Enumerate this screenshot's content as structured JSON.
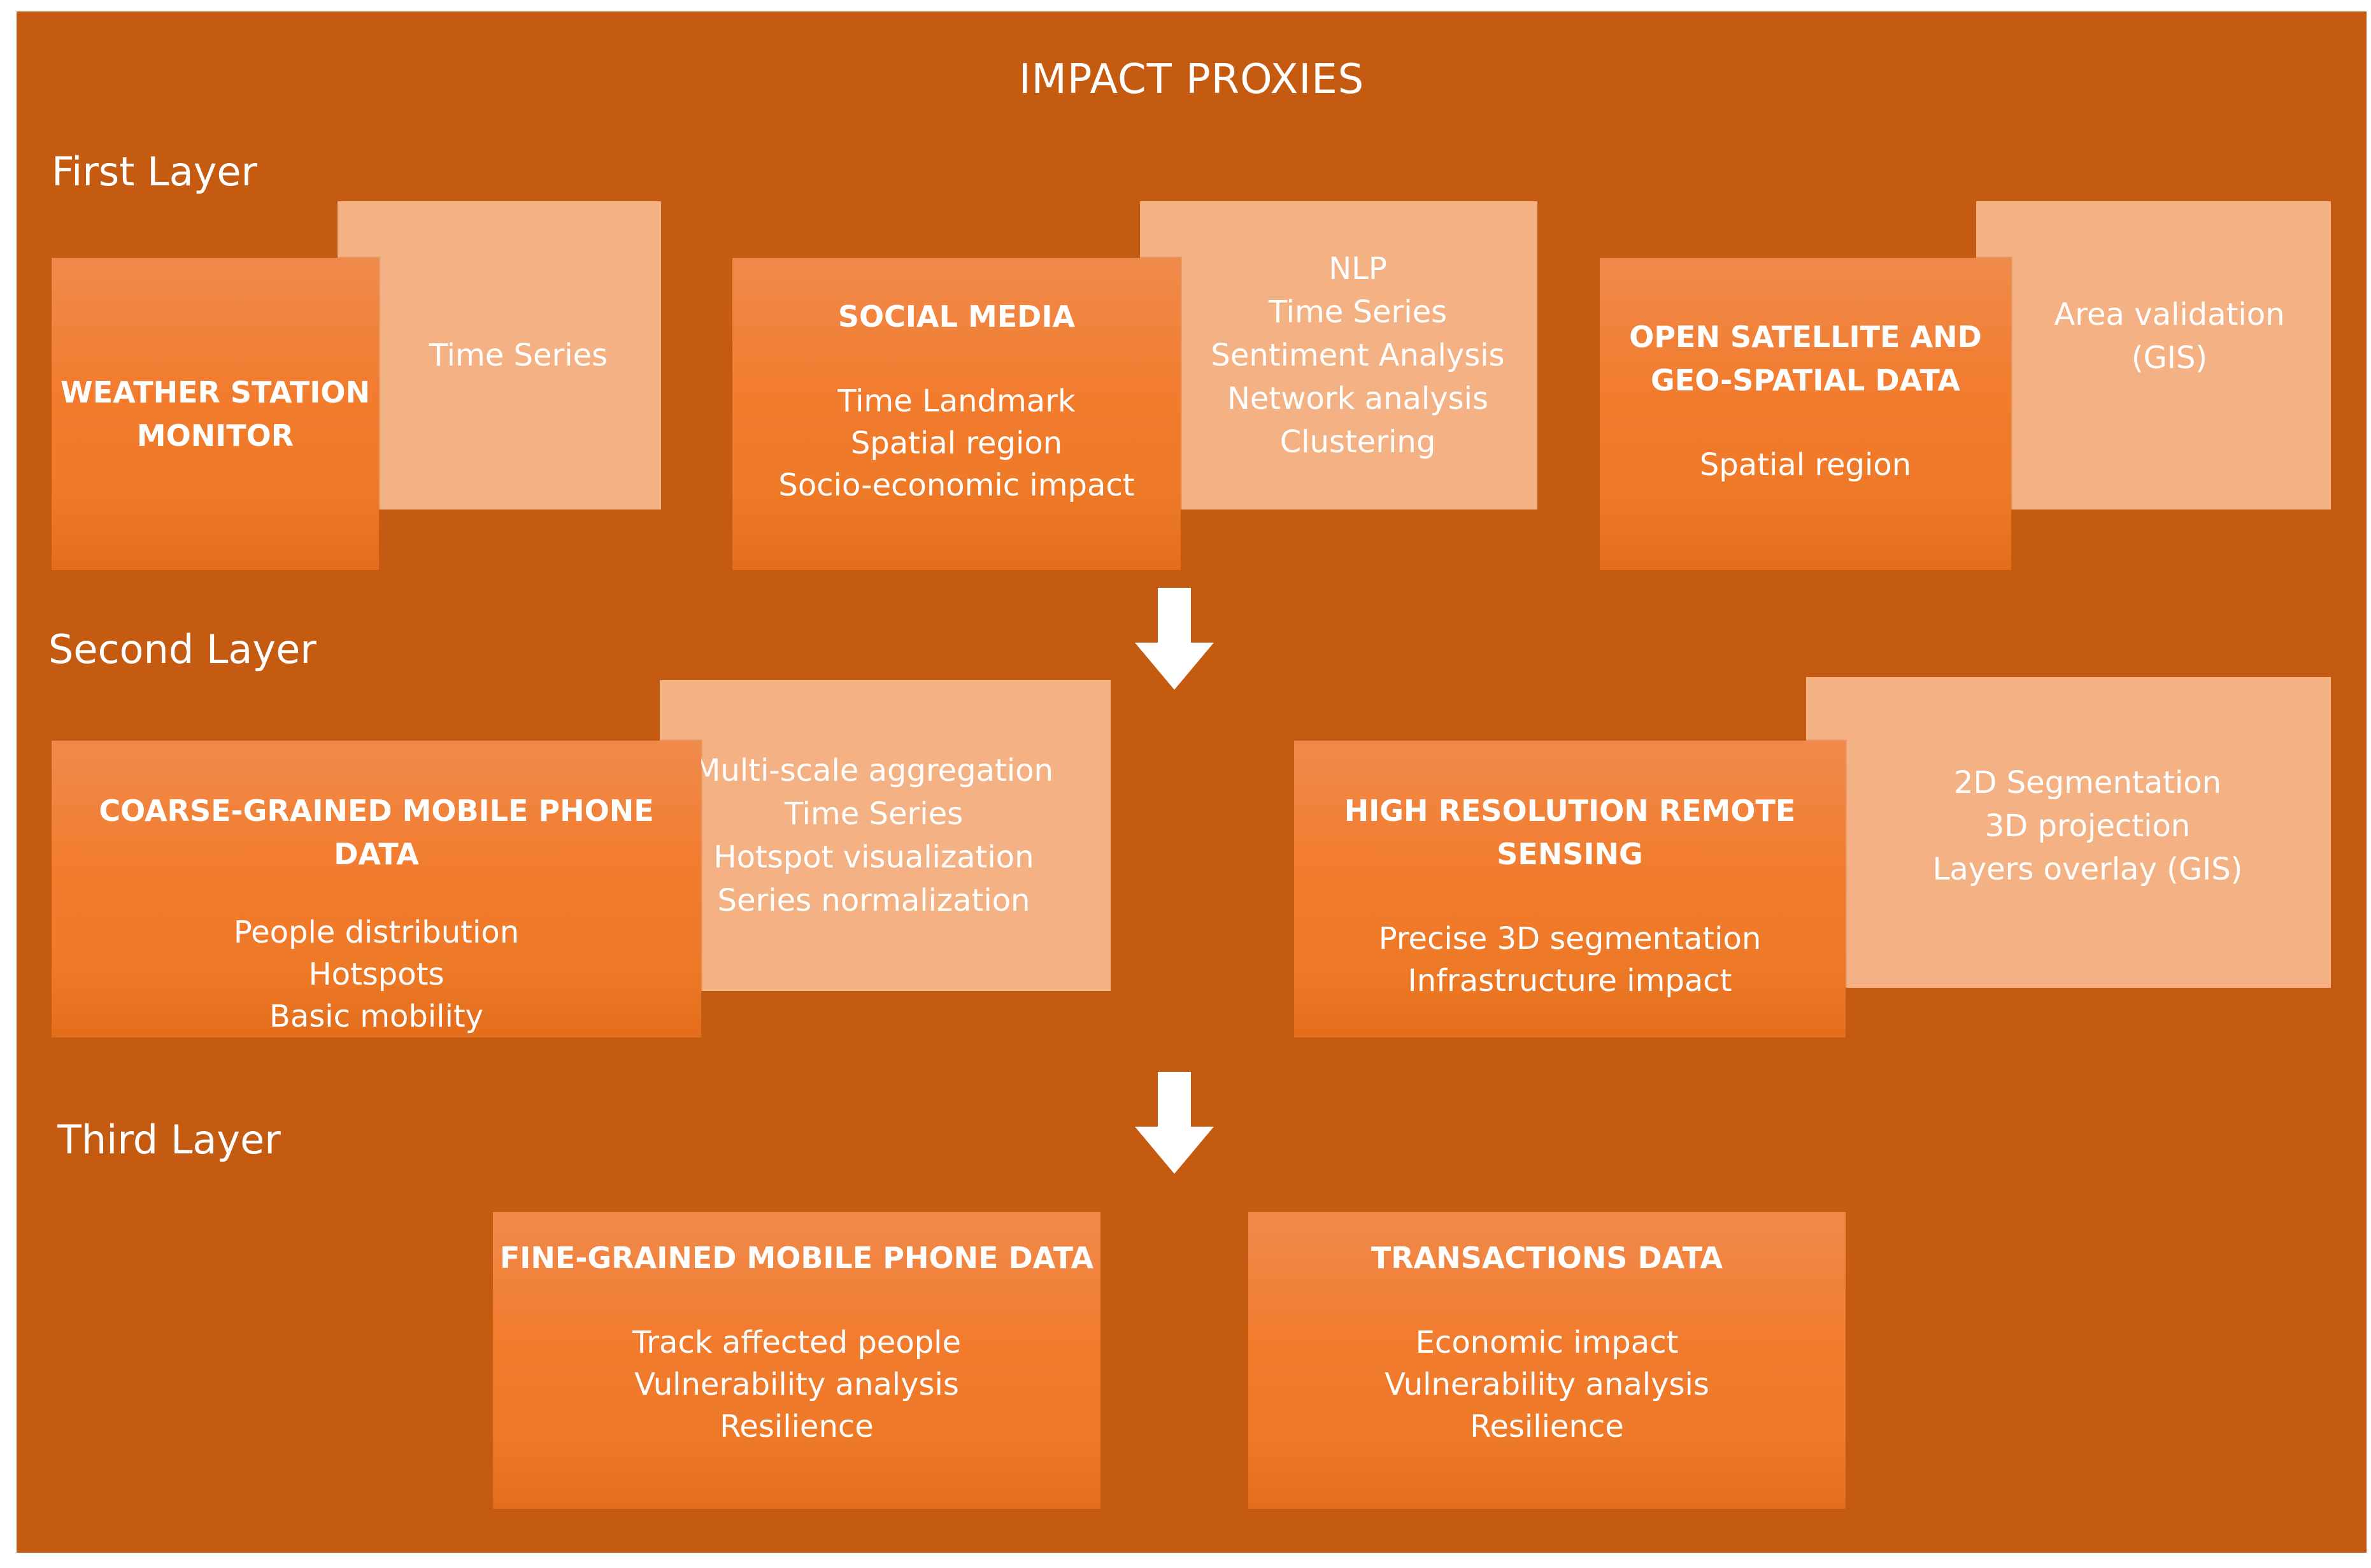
{
  "title": "IMPACT PROXIES",
  "layers": {
    "first": "First Layer",
    "second": "Second Layer",
    "third": "Third Layer"
  },
  "boxes": {
    "weather": {
      "title": "WEATHER STATION MONITOR",
      "title_lines": [
        "WEATHER STATION",
        "MONITOR"
      ],
      "methods": [
        "Time Series"
      ]
    },
    "social": {
      "title": "SOCIAL MEDIA",
      "proxies": [
        "Time Landmark",
        "Spatial region",
        "Socio-economic impact"
      ],
      "methods": [
        "NLP",
        "Time Series",
        "Sentiment Analysis",
        "Network analysis",
        "Clustering"
      ]
    },
    "satellite": {
      "title_lines": [
        "OPEN SATELLITE AND",
        "GEO-SPATIAL DATA"
      ],
      "proxies": [
        "Spatial region"
      ],
      "methods": [
        "Area validation",
        "(GIS)"
      ]
    },
    "coarse": {
      "title": "COARSE-GRAINED MOBILE PHONE DATA",
      "proxies": [
        "People distribution",
        "Hotspots",
        "Basic mobility"
      ],
      "methods": [
        "Multi-scale aggregation",
        "Time Series",
        "Hotspot visualization",
        "Series normalization"
      ]
    },
    "highres": {
      "title_lines": [
        "HIGH RESOLUTION REMOTE",
        "SENSING"
      ],
      "proxies": [
        "Precise 3D segmentation",
        "Infrastructure impact"
      ],
      "methods": [
        "2D Segmentation",
        "3D projection",
        "Layers overlay (GIS)"
      ]
    },
    "fine": {
      "title": "FINE-GRAINED MOBILE PHONE DATA",
      "proxies": [
        "Track affected people",
        "Vulnerability analysis",
        "Resilience"
      ]
    },
    "transactions": {
      "title": "TRANSACTIONS DATA",
      "proxies": [
        "Economic impact",
        "Vulnerability analysis",
        "Resilience"
      ]
    }
  },
  "colors": {
    "panel": "#c55a11",
    "box_front": "#f27b2d",
    "box_back": "#f4b183",
    "text": "#ffffff"
  }
}
